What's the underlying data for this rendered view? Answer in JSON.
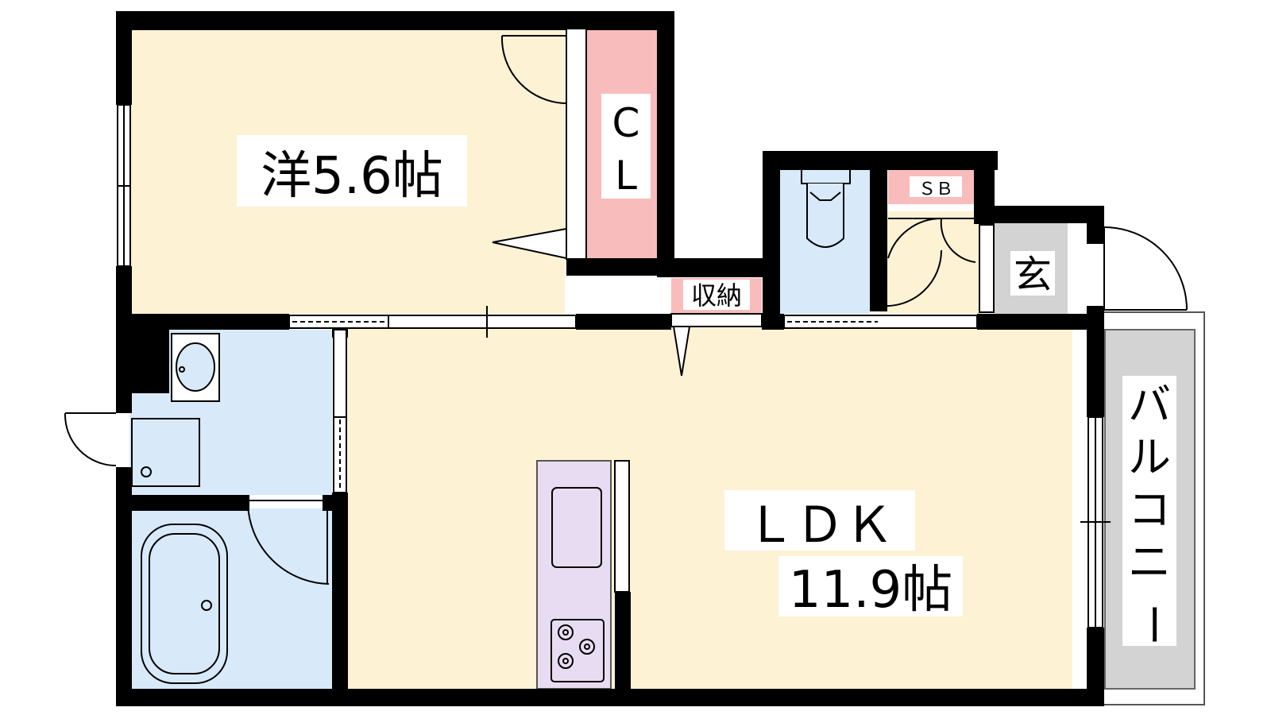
{
  "rooms": {
    "western_room": "洋5.6帖",
    "closet": [
      "C",
      "L"
    ],
    "storage": "収納",
    "shoe_box": "ＳＢ",
    "entrance": "玄",
    "ldk": "ＬＤＫ",
    "ldk_size": "11.9帖",
    "balcony": [
      "バ",
      "ル",
      "コ",
      "ニ",
      "ー"
    ]
  },
  "colors": {
    "living_floor": "#fdf2d4",
    "wet_area": "#d8e9f9",
    "storage": "#f8bcbc",
    "kitchen": "#e8dcf2",
    "entrance": "#d3d3d3",
    "balcony": "#d3d3d3",
    "wall": "#000000"
  }
}
